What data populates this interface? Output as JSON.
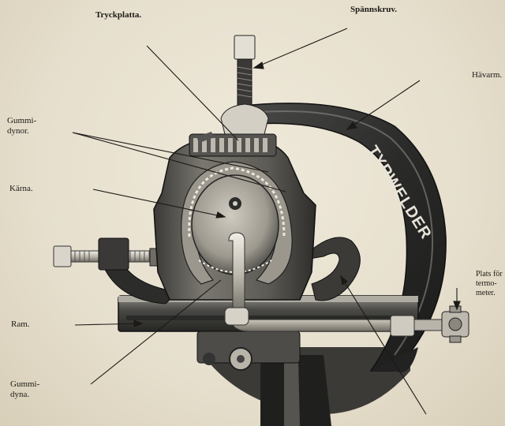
{
  "labels": {
    "tryckplatta": "Tryckplatta.",
    "spannskruv": "Spännskruv.",
    "havarm": "Hävarm.",
    "gummidynor_1": "Gummi-",
    "gummidynor_2": "dynor.",
    "karna": "Kärna.",
    "ram": "Ram.",
    "gummidyna_1": "Gummi-",
    "gummidyna_2": "dyna.",
    "plats_1": "Plats för",
    "plats_2": "termo-",
    "plats_3": "meter."
  },
  "brand": "TYRWELDER",
  "colors": {
    "paper": "#e9e3d3",
    "ink": "#1c1a16",
    "iron_dark": "#2b2b2a",
    "iron_mid": "#6d6c67",
    "iron_light": "#b9b5aa",
    "steel": "#d7d3c8"
  }
}
